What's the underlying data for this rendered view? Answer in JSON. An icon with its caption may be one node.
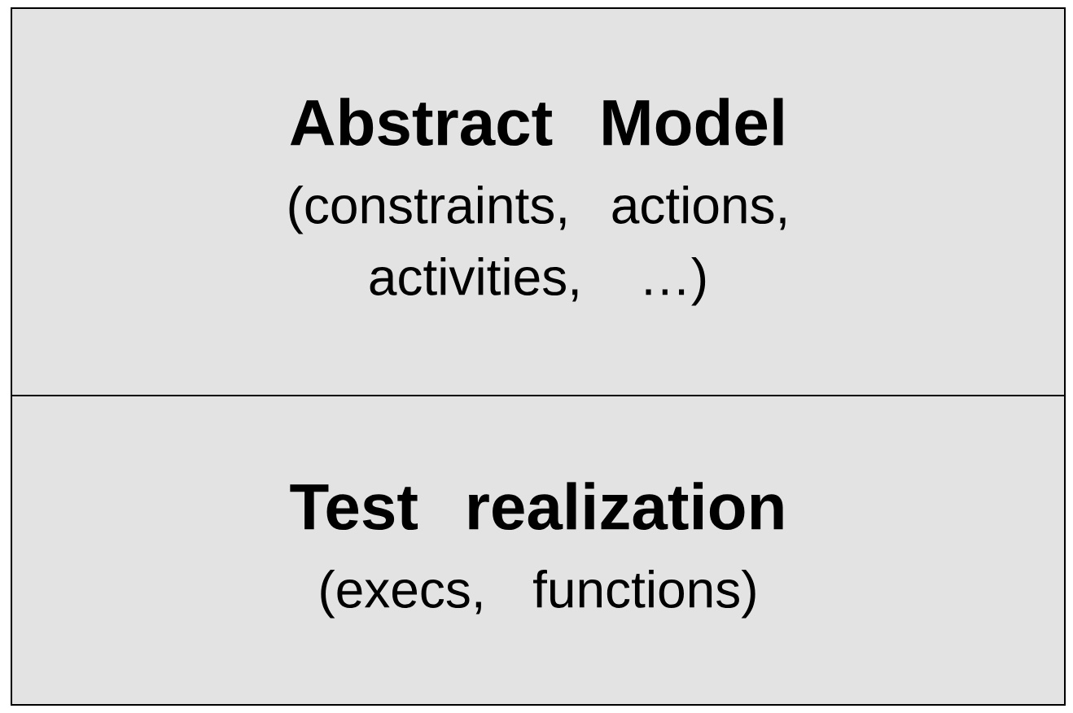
{
  "diagram": {
    "nodes": [
      {
        "text": [
          "Abstract Model",
          "(constraints, actions, activities, …)"
        ]
      },
      {
        "text": [
          "Test realization",
          "(execs, functions)"
        ]
      }
    ]
  }
}
